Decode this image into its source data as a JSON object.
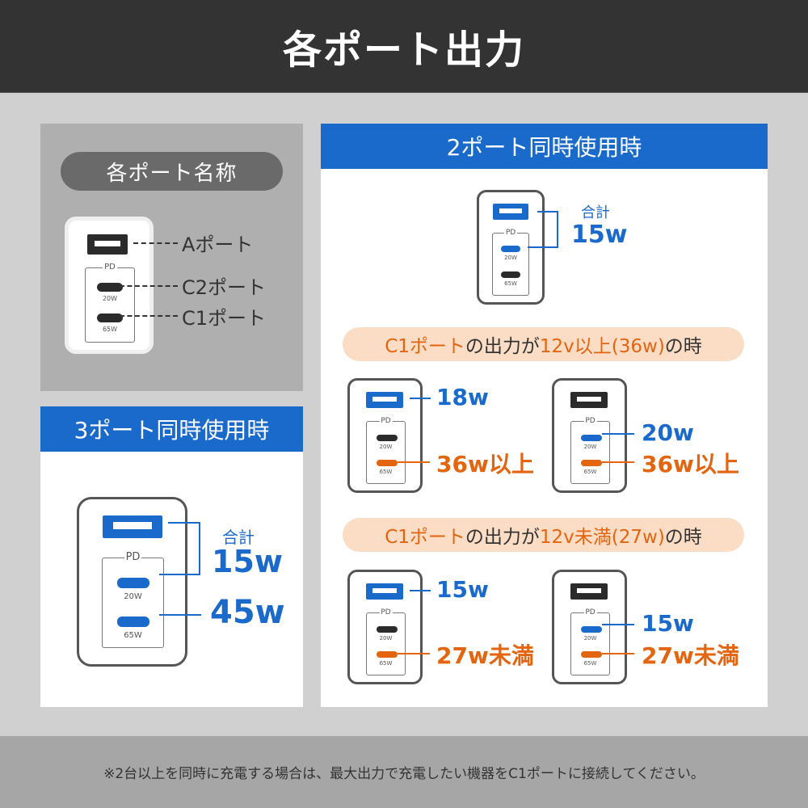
{
  "header": {
    "title": "各ポート出力"
  },
  "port_names": {
    "title": "各ポート名称",
    "charger": {
      "pd_label": "PD",
      "c2_watt": "20W",
      "c1_watt": "65W"
    },
    "labels": {
      "a": "Aポート",
      "c2": "C2ポート",
      "c1": "C1ポート"
    }
  },
  "three_port": {
    "title": "3ポート同時使用時",
    "charger": {
      "pd_label": "PD",
      "c2_watt": "20W",
      "c1_watt": "65W"
    },
    "total_label": "合計",
    "total_value": "15w",
    "c1_value": "45w"
  },
  "two_port": {
    "title": "2ポート同時使用時",
    "top": {
      "charger": {
        "pd_label": "PD",
        "c2_watt": "20W",
        "c1_watt": "65W"
      },
      "total_label": "合計",
      "total_value": "15w"
    },
    "high_voltage": {
      "banner": {
        "part1": "C1ポート",
        "part2": "の出力が",
        "part3": "12v以上(36w)",
        "part4": "の時"
      },
      "left": {
        "pd_label": "PD",
        "c2_watt": "20W",
        "c1_watt": "65W",
        "a_value": "18w",
        "c1_value": "36w以上"
      },
      "right": {
        "pd_label": "PD",
        "c2_watt": "20W",
        "c1_watt": "65W",
        "c2_value": "20w",
        "c1_value": "36w以上"
      }
    },
    "low_voltage": {
      "banner": {
        "part1": "C1ポート",
        "part2": "の出力が",
        "part3": "12v未満(27w)",
        "part4": "の時"
      },
      "left": {
        "pd_label": "PD",
        "c2_watt": "20W",
        "c1_watt": "65W",
        "a_value": "15w",
        "c1_value": "27w未満"
      },
      "right": {
        "pd_label": "PD",
        "c2_watt": "20W",
        "c1_watt": "65W",
        "c2_value": "15w",
        "c1_value": "27w未満"
      }
    }
  },
  "footer": {
    "note": "※2台以上を同時に充電する場合は、最大出力で充電したい機器をC1ポートに接続してください。"
  },
  "colors": {
    "header_bg": "#333333",
    "accent_blue": "#1a6acb",
    "accent_orange": "#e3650f",
    "pill_orange_bg": "#fbdcc4",
    "panel_gray": "#afafaf",
    "page_bg": "#d0d0d0",
    "footer_bg": "#a6a6a6"
  }
}
